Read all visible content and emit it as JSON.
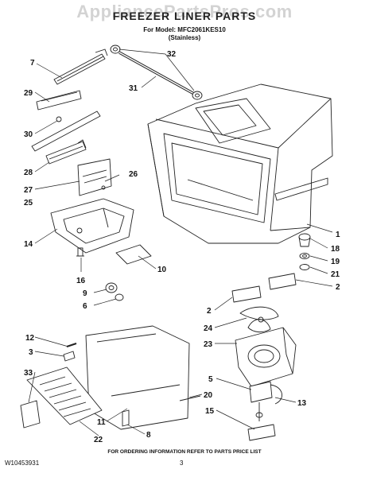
{
  "header": {
    "watermark": "AppliancePartsPros.com",
    "title": "FREEZER LINER PARTS",
    "model_line": "For Model: MFC2061KES10",
    "model_variant": "(Stainless)"
  },
  "callouts": [
    "7",
    "32",
    "29",
    "31",
    "30",
    "28",
    "26",
    "27",
    "25",
    "14",
    "10",
    "16",
    "9",
    "6",
    "1",
    "18",
    "19",
    "21",
    "2",
    "2",
    "24",
    "23",
    "12",
    "3",
    "5",
    "13",
    "33",
    "20",
    "11",
    "15",
    "8",
    "22"
  ],
  "footer": {
    "ordering_note": "FOR ORDERING INFORMATION REFER TO PARTS PRICE LIST",
    "doc_number": "W10453931",
    "page_number": "3"
  }
}
